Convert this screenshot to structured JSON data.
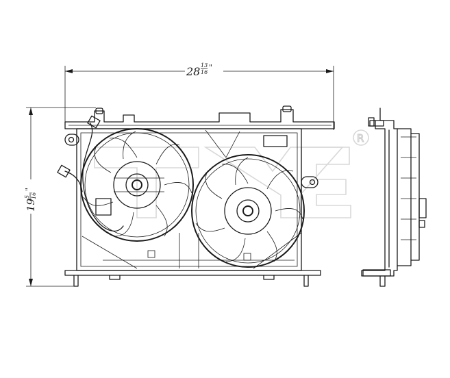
{
  "dimensions": {
    "width": {
      "whole": "28",
      "num": "13",
      "den": "16",
      "unit": "\""
    },
    "height": {
      "whole": "19",
      "num": "5",
      "den": "16",
      "unit": "\""
    }
  },
  "watermark": {
    "registered_mark": "R"
  },
  "icons": {
    "fan": "fan-blade-icon",
    "motor": "motor-hub-icon",
    "connector": "wire-connector-icon"
  }
}
